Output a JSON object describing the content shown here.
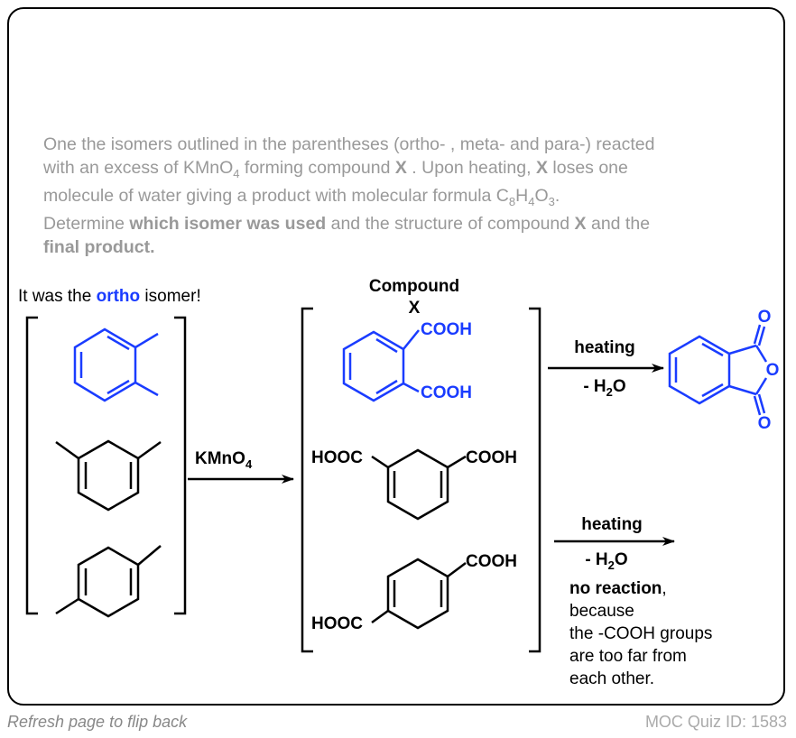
{
  "question": {
    "line1": "One the isomers outlined in the parentheses (ortho- , meta- and para-) reacted",
    "line2a": "with an excess of KMnO",
    "line2sub": "4",
    "line2b": " forming compound ",
    "x1": "X",
    "line2c": " . Upon heating, ",
    "x2": "X",
    "line2d": " loses one",
    "line3a": "molecule of water giving a product with molecular formula C",
    "s8": "8",
    "h": "H",
    "s4": "4",
    "o": "O",
    "s3": "3",
    "line3b": ".",
    "line4a": "Determine ",
    "line4b": "which isomer was used",
    "line4c": " and the structure of compound ",
    "x3": "X",
    "line4d": " and the",
    "line5": "final product."
  },
  "answer": {
    "prefix": "It was the ",
    "highlight": "ortho",
    "suffix": " isomer!"
  },
  "compound_label": {
    "line1": "Compound",
    "line2": "X"
  },
  "reagent": {
    "main": "KMnO",
    "sub": "4"
  },
  "groups": {
    "cooh": "COOH",
    "hooc": "HOOC",
    "o": "O"
  },
  "reaction1": {
    "top": "heating",
    "bottom_a": "- H",
    "bottom_sub": "2",
    "bottom_b": "O"
  },
  "reaction2": {
    "top": "heating",
    "bottom_a": "- H",
    "bottom_sub": "2",
    "bottom_b": "O"
  },
  "no_reaction": {
    "bold": "no reaction",
    "comma": ",",
    "lines": [
      "because",
      "the -COOH  groups",
      "are too far from",
      "each other."
    ]
  },
  "footer": {
    "left": "Refresh page to flip back",
    "right": "MOC Quiz ID: 1583"
  },
  "colors": {
    "accent": "#1a3cff",
    "question": "#999999"
  }
}
